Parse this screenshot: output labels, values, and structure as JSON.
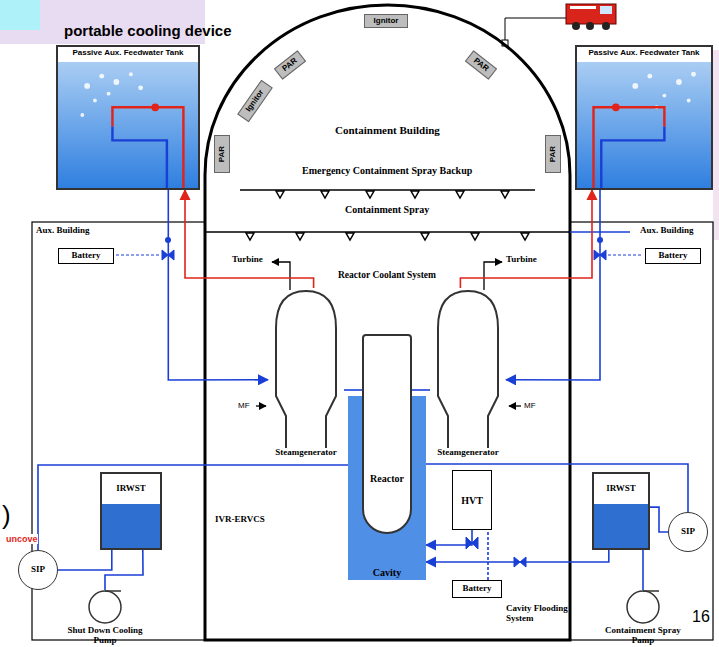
{
  "diagram": {
    "nodes": [
      {
        "text": [
          "Passive Aux. Feedwater Tank"
        ]
      },
      {
        "text": [
          "Passive Aux. Feedwater Tank"
        ]
      },
      {
        "text": [
          "PAR"
        ]
      },
      {
        "text": [
          "Ignitor"
        ]
      },
      {
        "text": [
          "PAR"
        ]
      },
      {
        "text": [
          "Ignitor"
        ]
      },
      {
        "text": [
          "PAR"
        ]
      },
      {
        "text": [
          "PAR"
        ]
      },
      {
        "text": [
          "Battery"
        ]
      },
      {
        "text": [
          "Battery"
        ]
      },
      {
        "text": [
          "Steamgenerator"
        ]
      },
      {
        "text": [
          "Steamgenerator"
        ]
      },
      {
        "text": [
          "Cavity"
        ]
      },
      {
        "text": [
          "Reactor"
        ],
        "in": 12
      },
      {
        "text": [
          "HVT"
        ]
      },
      {
        "text": [
          "IRWST"
        ]
      },
      {
        "text": [
          "IRWST"
        ]
      },
      {
        "text": [
          "SIP"
        ]
      },
      {
        "text": [
          "Shut Down Cooling Pump"
        ]
      },
      {
        "text": [
          "Battery"
        ]
      },
      {
        "text": [
          "SIP"
        ]
      },
      {
        "text": [
          "Containment Spray Pamp"
        ]
      }
    ],
    "edges": [
      {
        "from": 0,
        "to": 10,
        "arrow": "to"
      },
      {
        "from": 10,
        "to": 0,
        "arrow": "to"
      },
      {
        "from": 1,
        "to": 11,
        "arrow": "to"
      },
      {
        "from": 11,
        "to": 1,
        "arrow": "to"
      },
      {
        "from": 10,
        "to": 13,
        "arrow": "none"
      },
      {
        "from": 11,
        "to": 13,
        "arrow": "none"
      },
      {
        "from": 15,
        "to": 17,
        "arrow": "none"
      },
      {
        "from": 17,
        "to": 13,
        "arrow": "to"
      },
      {
        "from": 18,
        "to": 15,
        "arrow": "none"
      },
      {
        "from": 16,
        "to": 12,
        "arrow": "to"
      },
      {
        "from": 14,
        "to": 12,
        "arrow": "to"
      },
      {
        "from": 19,
        "to": 14,
        "arrow": "none"
      },
      {
        "from": 16,
        "to": 20,
        "arrow": "none"
      },
      {
        "from": 20,
        "to": 13,
        "arrow": "to"
      },
      {
        "from": 16,
        "to": 21,
        "arrow": "none"
      }
    ],
    "labels": [
      "portable cooling device",
      "Containment Building",
      "Emergency Containment Spray Backup",
      "Containment Spray",
      "Aux. Building",
      "Aux. Building",
      "Turbine",
      "Turbine",
      "Reactor Coolant System",
      "MF",
      "MF",
      "IVR-ERVCS",
      "Cavity Flooding System",
      ")",
      "uncove",
      "16"
    ]
  }
}
